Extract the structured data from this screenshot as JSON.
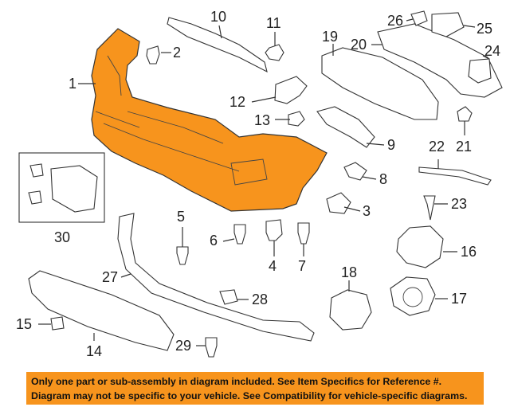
{
  "colors": {
    "highlight": "#f7941d",
    "line": "#333333",
    "banner_bg": "#f7941d"
  },
  "callouts": {
    "c1": "1",
    "c2": "2",
    "c3": "3",
    "c4": "4",
    "c5": "5",
    "c6": "6",
    "c7": "7",
    "c8": "8",
    "c9": "9",
    "c10": "10",
    "c11": "11",
    "c12": "12",
    "c13": "13",
    "c14": "14",
    "c15": "15",
    "c16": "16",
    "c17": "17",
    "c18": "18",
    "c19": "19",
    "c20": "20",
    "c21": "21",
    "c22": "22",
    "c23": "23",
    "c24": "24",
    "c25": "25",
    "c26": "26",
    "c27": "27",
    "c28": "28",
    "c29": "29",
    "c30": "30"
  },
  "banner": {
    "line1": "Only one part or sub-assembly in diagram included. See Item Specifics for Reference #.",
    "line2": "Diagram may not be specific to your vehicle. See Compatibility for vehicle-specific diagrams."
  }
}
